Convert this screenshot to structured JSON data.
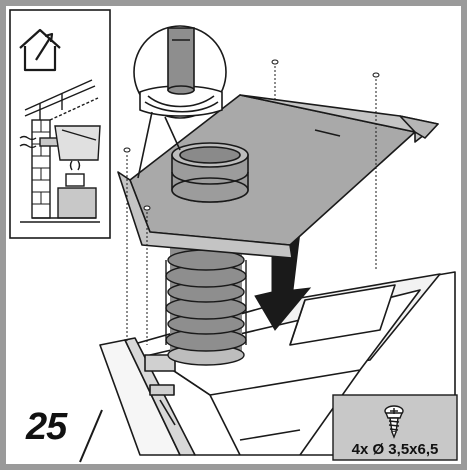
{
  "step": {
    "number": "25"
  },
  "screw_spec": {
    "label": "4x Ø 3,5x6,5",
    "quantity": 4
  },
  "colors": {
    "frame": "#9a9a9a",
    "panel_fill": "#a9a9a9",
    "duct_fill": "#8e8e8e",
    "outline": "#1a1a1a",
    "box_fill": "#c8c8c8"
  },
  "icons": [
    "house-vent-icon",
    "screw-icon",
    "down-arrow-icon"
  ]
}
